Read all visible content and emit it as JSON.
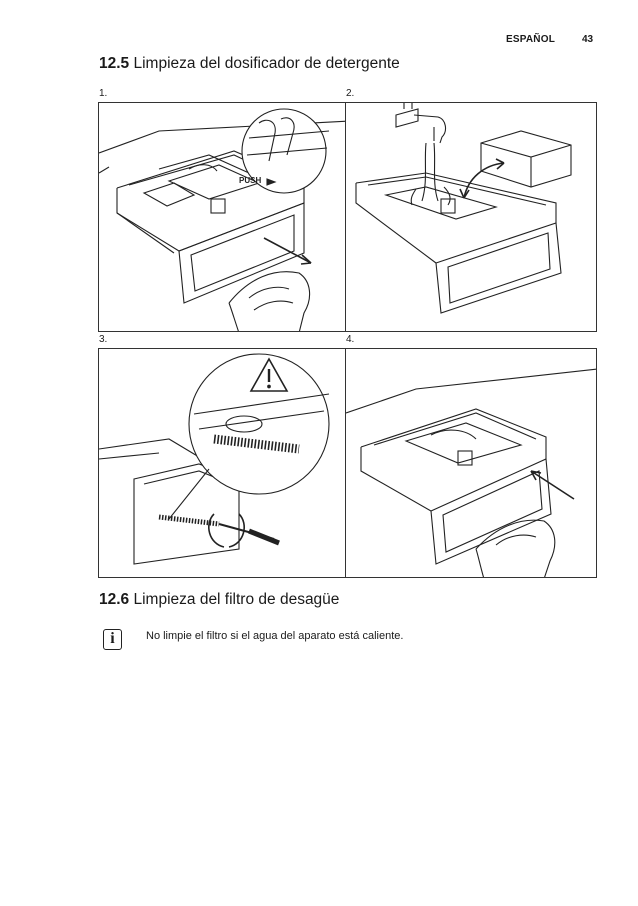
{
  "header": {
    "language": "ESPAÑOL",
    "page_number": "43"
  },
  "sections": [
    {
      "number": "12.5",
      "title": "Limpieza del dosificador de detergente"
    },
    {
      "number": "12.6",
      "title": "Limpieza del filtro de desagüe"
    }
  ],
  "steps": [
    {
      "label": "1.",
      "push_text": "PUSH"
    },
    {
      "label": "2."
    },
    {
      "label": "3."
    },
    {
      "label": "4."
    }
  ],
  "info_note": {
    "icon": "info-icon",
    "symbol": "i",
    "text": "No limpie el filtro si el agua del aparato está caliente."
  }
}
